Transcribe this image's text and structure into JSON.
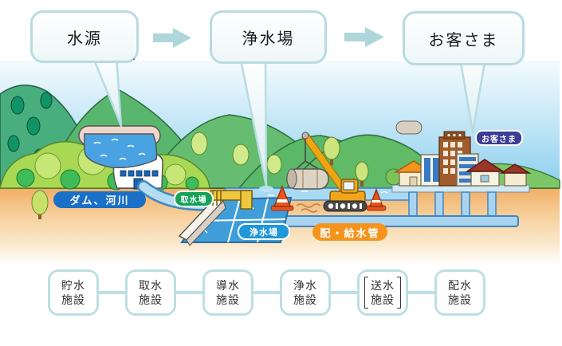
{
  "top_flow": {
    "bubbles": [
      {
        "label": "水源"
      },
      {
        "label": "浄水場"
      },
      {
        "label": "お客さま"
      }
    ],
    "stray_mark": "."
  },
  "scene_labels": {
    "dam_river": "ダム、河川",
    "intake_station": "取水場",
    "purification_plant": "浄水場",
    "supply_pipes": "配・給水管",
    "customers": "お客さま"
  },
  "facilities": [
    {
      "line1": "貯水",
      "line2": "施設",
      "bracketed": false
    },
    {
      "line1": "取水",
      "line2": "施設",
      "bracketed": false
    },
    {
      "line1": "導水",
      "line2": "施設",
      "bracketed": false
    },
    {
      "line1": "浄水",
      "line2": "施設",
      "bracketed": false
    },
    {
      "line1": "送水",
      "line2": "施設",
      "bracketed": true
    },
    {
      "line1": "配水",
      "line2": "施設",
      "bracketed": false
    }
  ],
  "icons": {
    "flow_arrow": "arrow-right"
  },
  "colors": {
    "accent_teal": "#b7dbe0",
    "arrow_teal": "#aed6db",
    "label_blue": "#1a6fc6",
    "label_green": "#16a257",
    "label_light_blue": "#2196d8",
    "label_orange": "#f5941d",
    "label_navy": "#3b3e92",
    "sky_blue": "#8bcfef",
    "ground_orange": "#f1ae64",
    "pool_blue": "#3f9ed9",
    "mountain_green": "#58b66f",
    "hill_yellow_green": "#a9d855",
    "crane_yellow": "#f0a51a",
    "cone_orange": "#e8551e"
  }
}
